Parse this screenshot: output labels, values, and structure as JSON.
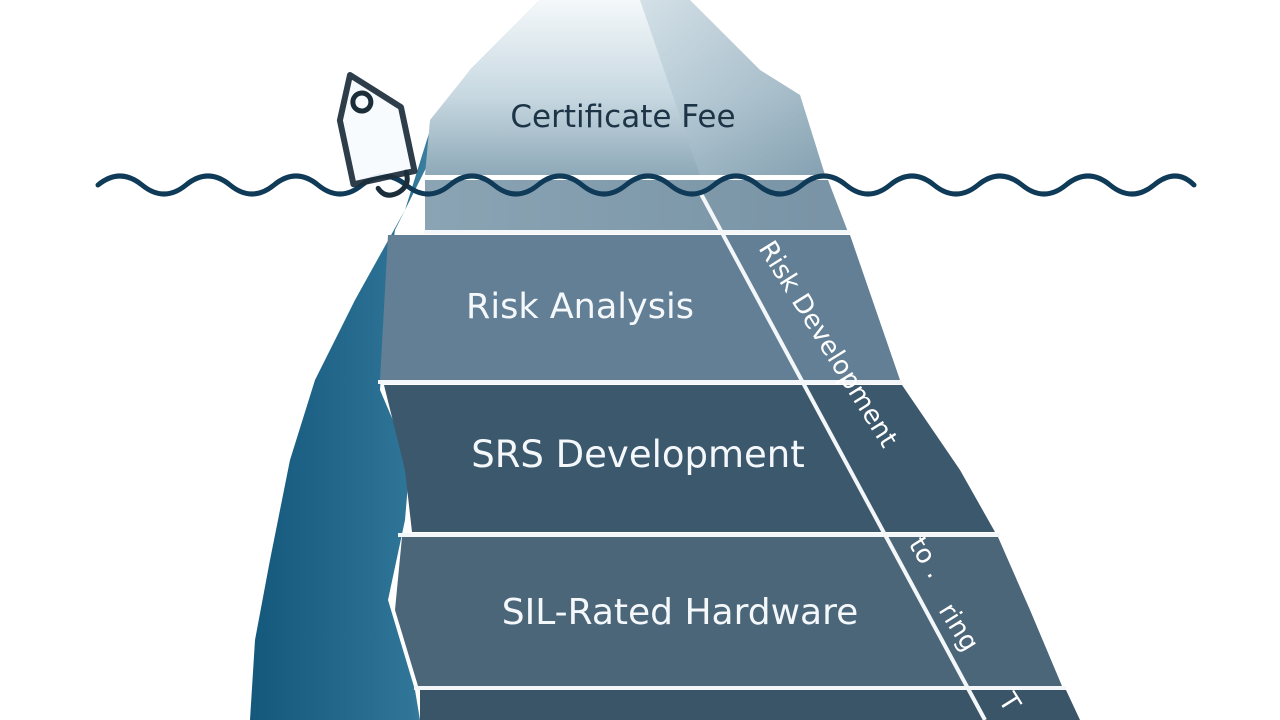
{
  "diagram": {
    "tip": {
      "label": "Certificate Fee",
      "icon": "price-tag-icon"
    },
    "layers": [
      {
        "label": "Risk Analysis"
      },
      {
        "label": "SRS Development"
      },
      {
        "label": "SIL-Rated Hardware"
      },
      {
        "label": ""
      }
    ],
    "side_labels": {
      "upper": "Risk Development",
      "lower_1": "to .",
      "lower_2": "ring",
      "lower_3": "T"
    },
    "colors": {
      "water_line": "#0f3a58",
      "tip_light": "#dfe9ee",
      "tip_dark": "#7f9fb1",
      "layer_1": "#627f95",
      "layer_2": "#3c586d",
      "layer_3": "#4b6579",
      "left_face": "#2a6a8c",
      "left_face_light": "#b9d5e2",
      "separator": "#f4f7f9"
    }
  }
}
